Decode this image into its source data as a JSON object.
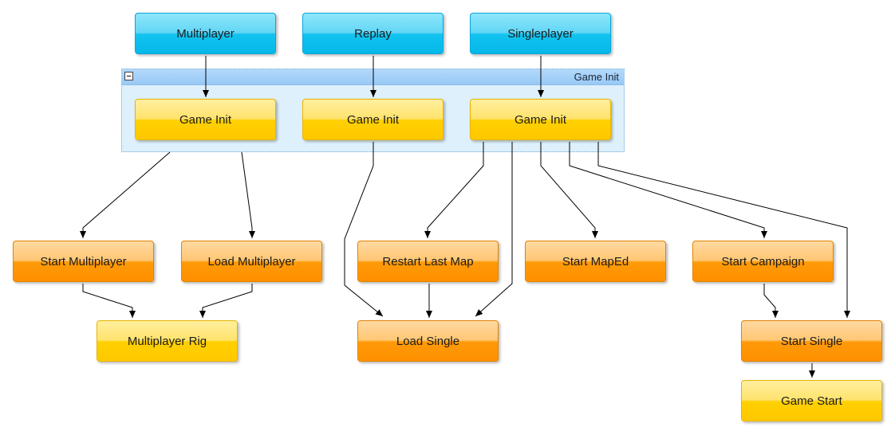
{
  "group": {
    "title": "Game Init"
  },
  "nodes": {
    "multiplayer": "Multiplayer",
    "replay": "Replay",
    "singleplayer": "Singleplayer",
    "game_init_1": "Game Init",
    "game_init_2": "Game Init",
    "game_init_3": "Game Init",
    "start_multiplayer": "Start Multiplayer",
    "load_multiplayer": "Load Multiplayer",
    "restart_last_map": "Restart Last Map",
    "start_maped": "Start MapEd",
    "start_campaign": "Start Campaign",
    "multiplayer_rig": "Multiplayer Rig",
    "load_single": "Load Single",
    "start_single": "Start Single",
    "game_start": "Game Start"
  },
  "colors": {
    "cyan": "#04b8e9",
    "yellow": "#ffc800",
    "orange": "#ff9000",
    "group_fill": "#def0fb",
    "group_header": "#a8d3f9"
  }
}
